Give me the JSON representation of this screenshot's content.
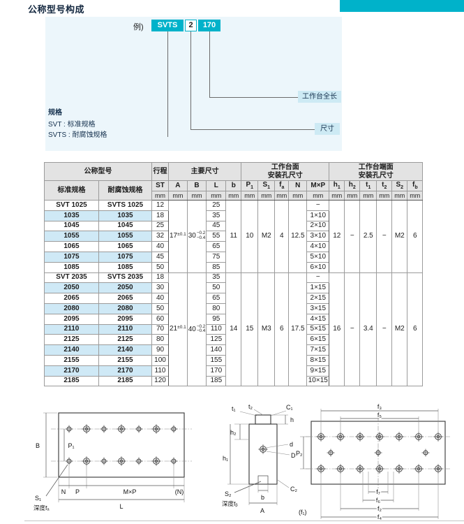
{
  "colors": {
    "accent": "#00b2ca",
    "callout_bg": "#cdeaf4",
    "row_stripe": "#cfe9f6",
    "header_bg": "#e3e3e3"
  },
  "header": {
    "title": "公称型号构成"
  },
  "designation": {
    "prefix": "例)",
    "series": "SVTS",
    "size": "2",
    "length": "170",
    "length_label": "工作台全长",
    "size_label": "尺寸",
    "spec_label": "规格",
    "spec_standard": "SVT : 标准规格",
    "spec_corrosion": "SVTS : 耐腐蚀规格"
  },
  "table": {
    "header": {
      "model_group": "公称型号",
      "stroke_group": "行程",
      "main_group": "主要尺寸",
      "face_group": {
        "l1": "工作台面",
        "l2": "安装孔尺寸"
      },
      "end_group": {
        "l1": "工作台端面",
        "l2": "安装孔尺寸"
      },
      "standard": "标准规格",
      "corrosion": "耐腐蚀规格",
      "cols": [
        {
          "base": "ST"
        },
        {
          "base": "A"
        },
        {
          "base": "B"
        },
        {
          "base": "L"
        },
        {
          "base": "b"
        },
        {
          "base": "P",
          "sub": "1"
        },
        {
          "base": "S",
          "sub": "1"
        },
        {
          "base": "f",
          "sub": "a"
        },
        {
          "base": "N"
        },
        {
          "base": "M×P"
        },
        {
          "base": "h",
          "sub": "1"
        },
        {
          "base": "h",
          "sub": "2"
        },
        {
          "base": "t",
          "sub": "1"
        },
        {
          "base": "t",
          "sub": "2"
        },
        {
          "base": "S",
          "sub": "2"
        },
        {
          "base": "f",
          "sub": "b"
        }
      ],
      "unit": "mm"
    },
    "groups": [
      {
        "A": {
          "base": "17",
          "sup": "±0.1"
        },
        "B": {
          "base": "30",
          "top": "−0.2",
          "bot": "−0.4"
        },
        "b": "11",
        "P1": "10",
        "S1": "M2",
        "fa": "4",
        "N": "12.5",
        "h1": "12",
        "h2": "−",
        "t1": "2.5",
        "t2": "−",
        "S2": "M2",
        "fb": "6",
        "rows": [
          {
            "std": "SVT 1025",
            "cor": "SVTS 1025",
            "st": "12",
            "L": "25",
            "mxp": "−"
          },
          {
            "std": "1035",
            "cor": "1035",
            "st": "18",
            "L": "35",
            "mxp": "1×10"
          },
          {
            "std": "1045",
            "cor": "1045",
            "st": "25",
            "L": "45",
            "mxp": "2×10"
          },
          {
            "std": "1055",
            "cor": "1055",
            "st": "32",
            "L": "55",
            "mxp": "3×10"
          },
          {
            "std": "1065",
            "cor": "1065",
            "st": "40",
            "L": "65",
            "mxp": "4×10"
          },
          {
            "std": "1075",
            "cor": "1075",
            "st": "45",
            "L": "75",
            "mxp": "5×10"
          },
          {
            "std": "1085",
            "cor": "1085",
            "st": "50",
            "L": "85",
            "mxp": "6×10"
          }
        ]
      },
      {
        "A": {
          "base": "21",
          "sup": "±0.1"
        },
        "B": {
          "base": "40",
          "top": "−0.2",
          "bot": "−0.4"
        },
        "b": "14",
        "P1": "15",
        "S1": "M3",
        "fa": "6",
        "N": "17.5",
        "h1": "16",
        "h2": "−",
        "t1": "3.4",
        "t2": "−",
        "S2": "M2",
        "fb": "6",
        "rows": [
          {
            "std": "SVT 2035",
            "cor": "SVTS 2035",
            "st": "18",
            "L": "35",
            "mxp": "−"
          },
          {
            "std": "2050",
            "cor": "2050",
            "st": "30",
            "L": "50",
            "mxp": "1×15"
          },
          {
            "std": "2065",
            "cor": "2065",
            "st": "40",
            "L": "65",
            "mxp": "2×15"
          },
          {
            "std": "2080",
            "cor": "2080",
            "st": "50",
            "L": "80",
            "mxp": "3×15"
          },
          {
            "std": "2095",
            "cor": "2095",
            "st": "60",
            "L": "95",
            "mxp": "4×15"
          },
          {
            "std": "2110",
            "cor": "2110",
            "st": "70",
            "L": "110",
            "mxp": "5×15"
          },
          {
            "std": "2125",
            "cor": "2125",
            "st": "80",
            "L": "125",
            "mxp": "6×15"
          },
          {
            "std": "2140",
            "cor": "2140",
            "st": "90",
            "L": "140",
            "mxp": "7×15"
          },
          {
            "std": "2155",
            "cor": "2155",
            "st": "100",
            "L": "155",
            "mxp": "8×15"
          },
          {
            "std": "2170",
            "cor": "2170",
            "st": "110",
            "L": "170",
            "mxp": "9×15"
          },
          {
            "std": "2185",
            "cor": "2185",
            "st": "120",
            "L": "185",
            "mxp": "10×15"
          }
        ]
      }
    ]
  },
  "drawings": {
    "top": {
      "B": "B",
      "P1": "P₁",
      "S1": "S₁",
      "depth_fa": "深度fₐ",
      "N": "N",
      "P": "P",
      "MxP": "M×P",
      "N_paren": "(N)",
      "L": "L"
    },
    "section": {
      "t1": "t₁",
      "t2": "t₂",
      "C1": "C₁",
      "h": "h",
      "d": "d",
      "D": "D",
      "h2": "h₂",
      "h1": "h₁",
      "S2": "S₂",
      "depth_fb": "深度fᵦ",
      "b": "b",
      "A": "A",
      "C2": "C₂"
    },
    "bottom": {
      "f3": "f₃",
      "f5": "f₅",
      "P2": "P₂",
      "f7": "f₇",
      "f6": "f₆",
      "f2": "f₂",
      "f4": "f₄",
      "f1": "(f₁)"
    }
  }
}
